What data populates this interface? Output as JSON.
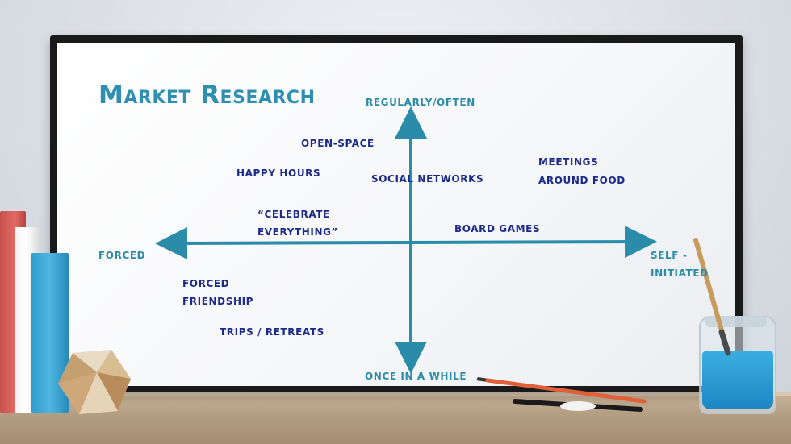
{
  "title": "Market Research",
  "axes": {
    "top": "Regularly/Often",
    "bottom": "Once in a While",
    "left": "Forced",
    "right_line1": "Self -",
    "right_line2": "Initiated"
  },
  "items": {
    "open_space": "Open-Space",
    "happy_hours": "Happy Hours",
    "social_networks": "Social Networks",
    "meetings_line1": "Meetings",
    "meetings_line2": "Around Food",
    "celebrate_line1": "“Celebrate",
    "celebrate_line2": "Everything”",
    "board_games": "Board Games",
    "forced_line1": "Forced",
    "forced_line2": "Friendship",
    "trips": "Trips / Retreats"
  },
  "colors": {
    "axis": "#2a8ca8",
    "title": "#2f8fb0",
    "item_text": "#1c2a8a"
  }
}
